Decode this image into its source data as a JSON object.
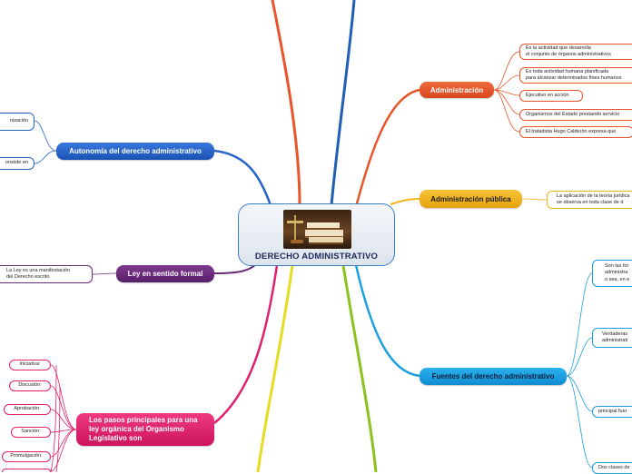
{
  "central": {
    "title": "DERECHO ADMINISTRATIVO",
    "image": "law-books-gavel-scale"
  },
  "branches": {
    "administracion": {
      "label": "Administración",
      "color": "#e8552a",
      "children": [
        "Es la actividad que desarrolla\nel conjunto de órganos administrativos",
        "Es toda actividad humana planificada\npara alcanzar determinados fines humanos",
        "Ejecutivo en acción",
        "Organismos del Estado prestando servicio",
        "El tratadista Hugo Calderón expresa que"
      ]
    },
    "administracion_publica": {
      "label": "Administración pública",
      "color": "#f2b418",
      "children": [
        "La aplicación de la teoría jurídica\nse observa en toda clase de d"
      ]
    },
    "fuentes": {
      "label": "Fuentes del derecho administrativo",
      "color": "#1aa0e0",
      "children": [
        "Son las for\nadministra\no sea, en e",
        "Verdaderas\nadministrati",
        "principal fuer",
        "Dos clases de"
      ]
    },
    "autonomia": {
      "label": "Autonomía del derecho administrativo",
      "color": "#2563c9",
      "children": [
        "nización",
        "onsiste en"
      ]
    },
    "ley": {
      "label": "Ley en sentido formal",
      "color": "#6a2a7a",
      "children": [
        "La Ley es una manifestación\ndel Derecho escrito"
      ]
    },
    "pasos": {
      "label": "Los pasos principales para una\nley orgánica del Organismo\nLegislativo son",
      "color": "#e0206e",
      "children": [
        "Iniciativa:",
        "Discusión:",
        "Aprobación:",
        "Sanción:",
        "Promulgación:"
      ]
    }
  }
}
